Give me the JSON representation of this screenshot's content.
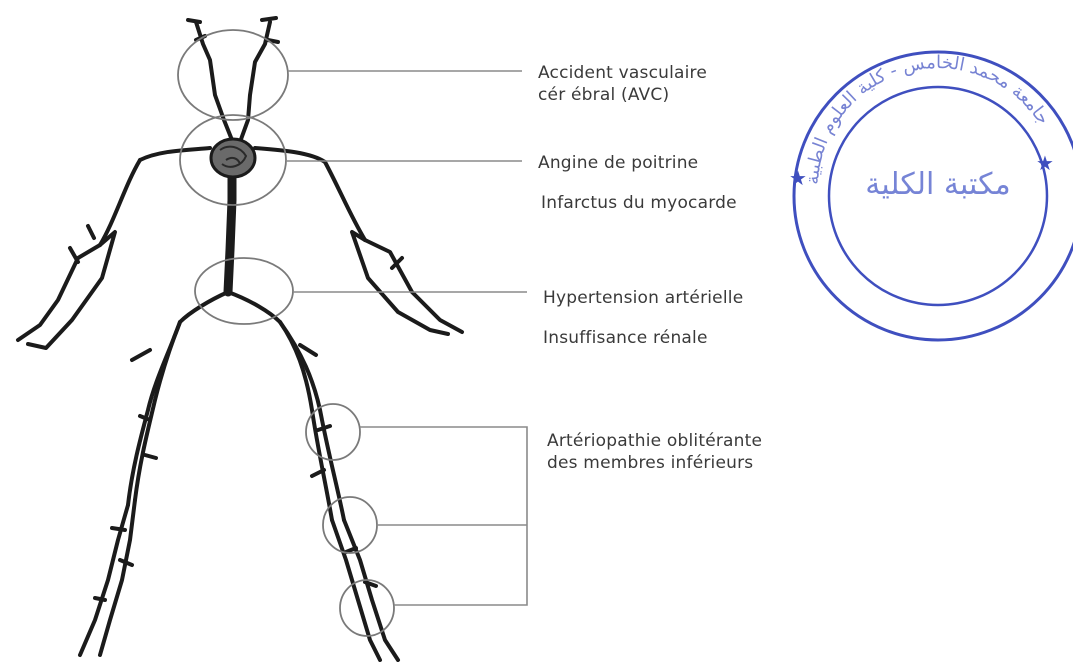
{
  "labels": {
    "avc_line1": "Accident vasculaire",
    "avc_line2": "cér ébral (AVC)",
    "angine": "Angine de poitrine",
    "infarctus": "Infarctus du myocarde",
    "hypertension": "Hypertension artérielle",
    "insuffisance": "Insuffisance rénale",
    "aomi_line1": "Artériopathie oblitérante",
    "aomi_line2": "des membres inférieurs"
  },
  "stamp": {
    "arabic_center": "مكتبة الكلية",
    "arabic_ring": "جامعة محمد الخامس - كلية العلوم الطبية",
    "color": "#3f4fbf"
  },
  "colors": {
    "ink": "#1b1b1b",
    "text": "#3a3a3a",
    "leader": "#8a8a8a"
  }
}
